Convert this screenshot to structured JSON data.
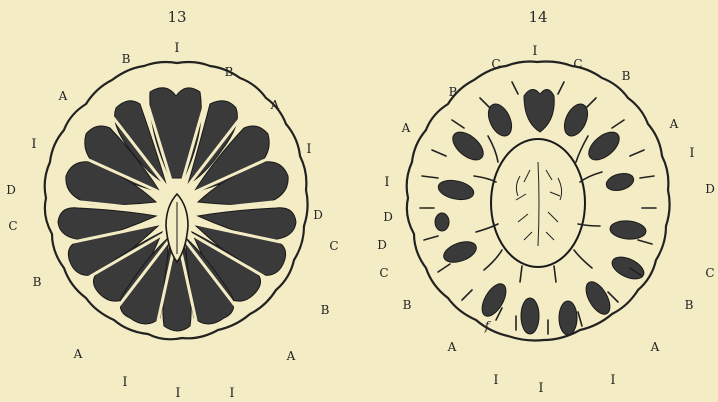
{
  "figures": [
    {
      "number": "13",
      "labels": {
        "top": "I",
        "top_left_b": "B",
        "top_right_b": "B",
        "upper_left_a": "A",
        "upper_right_a": "A",
        "left_i": "I",
        "right_i": "I",
        "left_d": "D",
        "right_d": "D",
        "left_c": "C",
        "right_c": "C",
        "lower_left_b": "B",
        "lower_right_b": "B",
        "lower_left_a": "A",
        "lower_right_a": "A",
        "bottom_left_i": "I",
        "bottom_i": "I",
        "bottom_right_i": "I"
      }
    },
    {
      "number": "14",
      "labels": {
        "top": "I",
        "top_left_c": "C",
        "top_right_c": "C",
        "top_left_b": "B",
        "top_right_b": "B",
        "upper_left_a": "A",
        "upper_right_a": "A",
        "left_i": "I",
        "right_i": "I",
        "left_d1": "D",
        "right_d": "D",
        "left_d2": "D",
        "left_c": "C",
        "right_c": "C",
        "lower_left_b": "B",
        "lower_right_b": "B",
        "lower_left_a": "A",
        "lower_right_a": "A",
        "inner_f": "f",
        "bottom_left_i": "I",
        "bottom_i": "I",
        "bottom_right_i": "I"
      }
    }
  ],
  "colors": {
    "paper": "#f3ecc4",
    "ink": "#222222",
    "vessel_fill": "#3a3a3a"
  }
}
